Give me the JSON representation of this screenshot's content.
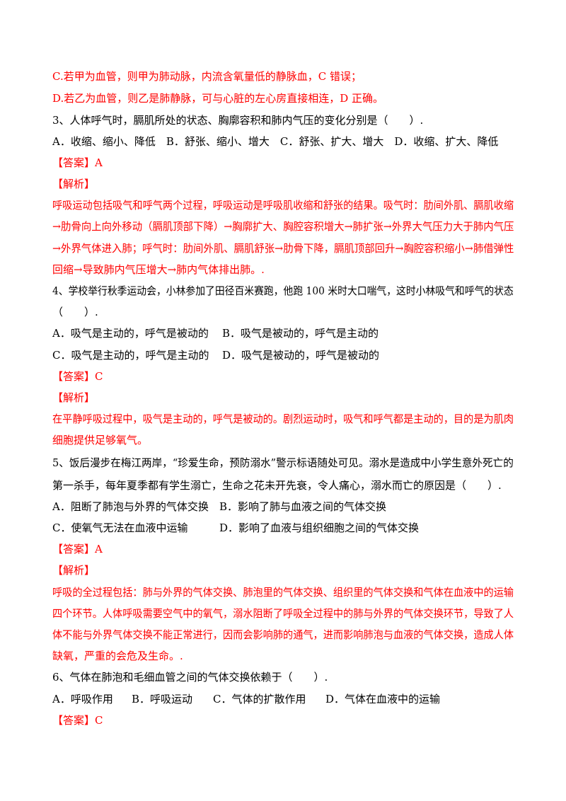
{
  "colors": {
    "answer_red": "#ff0000",
    "text_black": "#000000"
  },
  "prev_tail": {
    "line_c": "C.若甲为血管，则甲为肺动脉，内流含氧量低的静脉血，C 错误；",
    "line_d": "D.若乙为血管，则乙是肺静脉，可与心脏的左心房直接相连，D 正确。"
  },
  "q3": {
    "stem": "3、人体呼气时，膈肌所处的状态、胸廓容积和肺内气压的变化分别是（　　）.",
    "options": "A．收缩、缩小、降低　B．舒张、缩小、增大　C．舒张、扩大、增大　D．收缩、扩大、降低",
    "answer": "【答案】A",
    "analysis_label": "【解析】",
    "analysis": [
      "呼吸运动包括吸气和呼气两个过程，呼吸运动是呼吸肌收缩和舒张的结果。吸气时：肋间外肌、膈肌收缩",
      "→肋骨向上向外移动（膈肌顶部下降）→胸廓扩大、胸腔容积增大→肺扩张→外界大气压力大于肺内气压",
      "→外界气体进入肺；呼气时：肋间外肌、膈肌舒张→肋骨下降，膈肌顶部回升→胸腔容积缩小→肺借弹性",
      "回缩→导致肺内气压增大→肺内气体排出肺。."
    ]
  },
  "q4": {
    "stem1": "4、学校举行秋季运动会，小林参加了田径百米赛跑，他跑 100 米时大口喘气，这时小林吸气和呼气的状态",
    "stem2": "（　　）.",
    "opt_a": "A．吸气是主动的，呼气是被动的",
    "opt_b": "B．吸气是被动的，呼气是主动的",
    "opt_c": "C．吸气是主动的，呼气是主动的",
    "opt_d": "D．吸气是被动的，呼气是被动的",
    "answer": "【答案】C",
    "analysis_label": "【解析】",
    "analysis": [
      "在平静呼吸过程中，吸气是主动的，呼气是被动的。剧烈运动时，吸气和呼气都是主动的，目的是为肌肉",
      "细胞提供足够氧气。"
    ]
  },
  "q5": {
    "stem1": "5、饭后漫步在梅江两岸，“珍爱生命，预防溺水”警示标语随处可见。溺水是造成中小学生意外死亡的",
    "stem2": "第一杀手，每年夏季都有学生溺亡，生命之花未开先衰，令人痛心，溺水而亡的原因是（　　）.",
    "opt_a": "A．阻断了肺泡与外界的气体交换",
    "opt_b": "B．影响了肺与血液之间的气体交换",
    "opt_c": "C．使氧气无法在血液中运输",
    "opt_d": "D．影响了血液与组织细胞之间的气体交换",
    "answer": "【答案】A",
    "analysis_label": "【解析】",
    "analysis": [
      "呼吸的全过程包括：肺与外界的气体交换、肺泡里的气体交换、组织里的气体交换和气体在血液中的运输",
      "四个环节。人体呼吸需要空气中的氧气，溺水阻断了呼吸全过程中的肺与外界的气体交换环节，导致了人",
      "体不能与外界气体交换不能正常进行，因而会影响肺的通气，进而影响肺泡与血液的气体交换，造成人体",
      "缺氧，严重的会危及生命。."
    ]
  },
  "q6": {
    "stem": "6、气体在肺泡和毛细血管之间的气体交换依赖于（　　）.",
    "opt_a": "A．呼吸作用",
    "opt_b": "B．呼吸运动",
    "opt_c": "C．气体的扩散作用",
    "opt_d": "D．气体在血液中的运输",
    "answer": "【答案】C"
  }
}
